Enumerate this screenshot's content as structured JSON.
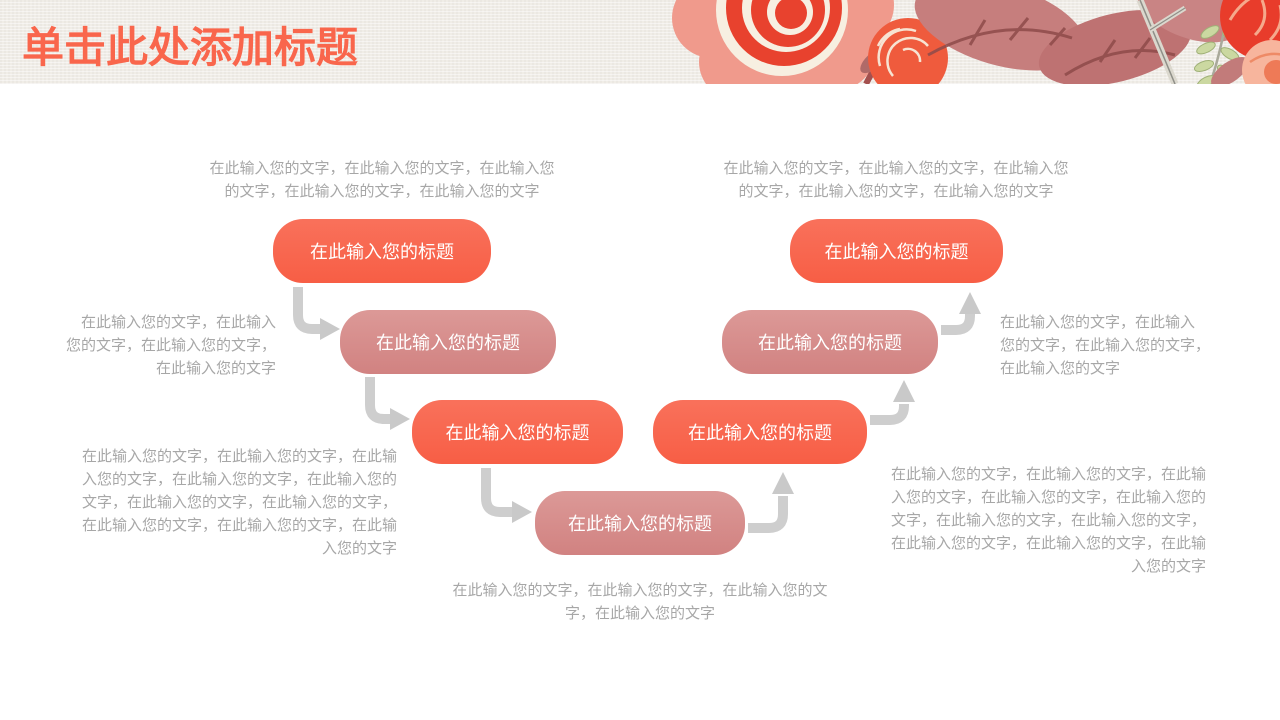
{
  "header": {
    "title": "单击此处添加标题"
  },
  "decoration": {
    "type": "floral-corner-artwork",
    "description_icon": "rose-flower-icon"
  },
  "diagram": {
    "nodes": [
      {
        "label": "在此输入您的标题",
        "color": "#F8664E"
      },
      {
        "label": "在此输入您的标题",
        "color": "#D88F8D"
      },
      {
        "label": "在此输入您的标题",
        "color": "#F8664E"
      },
      {
        "label": "在此输入您的标题",
        "color": "#D88F8D"
      },
      {
        "label": "在此输入您的标题",
        "color": "#F8664E"
      },
      {
        "label": "在此输入您的标题",
        "color": "#D88F8D"
      },
      {
        "label": "在此输入您的标题",
        "color": "#F8664E"
      }
    ]
  },
  "placeholders": {
    "top_left": {
      "lines": [
        "在此输入您的文字，在此输入您的文字，在此输入您",
        "的文字，在此输入您的文字，在此输入您的文字"
      ]
    },
    "top_right": {
      "lines": [
        "在此输入您的文字，在此输入您的文字，在此输入您",
        "的文字，在此输入您的文字，在此输入您的文字"
      ]
    },
    "mid_left": {
      "lines": [
        "在此输入您的文字，在此输入",
        "您的文字，在此输入您的文字，",
        "在此输入您的文字"
      ]
    },
    "mid_right": {
      "lines": [
        "在此输入您的文字，在此输入",
        "您的文字，在此输入您的文字，",
        "在此输入您的文字"
      ]
    },
    "bottom_left": {
      "lines": [
        "在此输入您的文字，在此输入您的文字，在此输",
        "入您的文字，在此输入您的文字，在此输入您的",
        "文字，在此输入您的文字，在此输入您的文字，",
        "在此输入您的文字，在此输入您的文字，在此输",
        "入您的文字"
      ]
    },
    "bottom_right": {
      "lines": [
        "在此输入您的文字，在此输入您的文字，在此输",
        "入您的文字，在此输入您的文字，在此输入您的",
        "文字，在此输入您的文字，在此输入您的文字，",
        "在此输入您的文字，在此输入您的文字，在此输",
        "入您的文字"
      ]
    },
    "bottom_center": {
      "lines": [
        "在此输入您的文字，在此输入您的文字，在此输入您的文",
        "字，在此输入您的文字"
      ]
    }
  },
  "colors": {
    "title_text": "#F9664C",
    "header_background": "#F0EDE7",
    "node_orange": "#F8664E",
    "node_pink": "#D88F8D",
    "node_text": "#FFFFFF",
    "placeholder_text": "#A7A7A7",
    "arrow_gray": "#CECECE",
    "slide_background": "#FFFFFF"
  }
}
